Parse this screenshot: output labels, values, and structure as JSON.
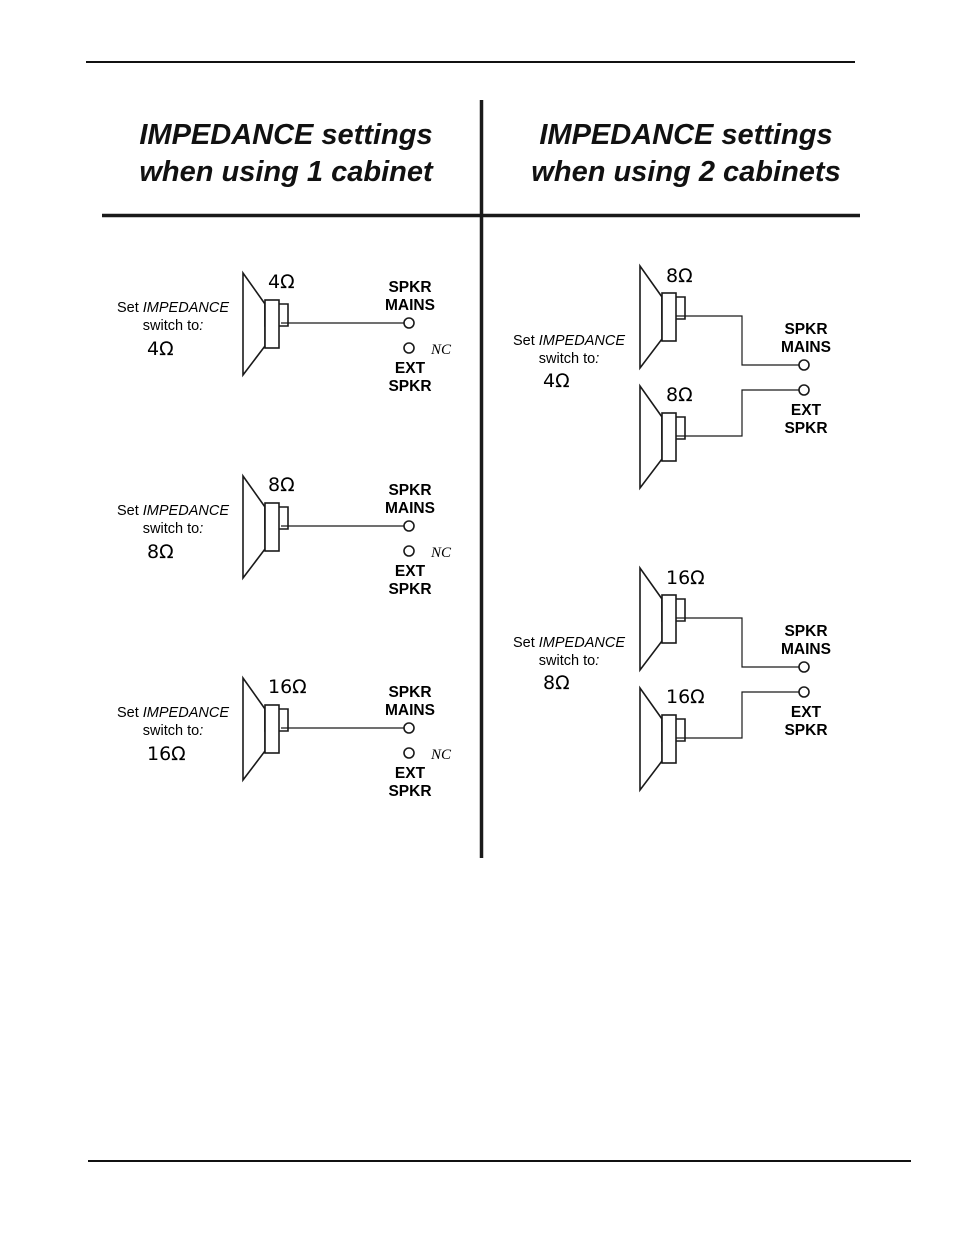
{
  "headers": {
    "one_cabinet": {
      "line1": "IMPEDANCE settings",
      "line2": "when using 1 cabinet"
    },
    "two_cabinets": {
      "line1": "IMPEDANCE settings",
      "line2": "when using 2 cabinets"
    }
  },
  "one_cabinet": [
    {
      "cabinet": "4Ω",
      "set_pre": "Set ",
      "set_word": "IMPEDANCE",
      "switch_pre": "switch to",
      "switch_colon": ":",
      "setting": "4Ω",
      "mains_1": "SPKR",
      "mains_2": "MAINS",
      "ext_1": "EXT",
      "ext_2": "SPKR",
      "nc": "NC"
    },
    {
      "cabinet": "8Ω",
      "set_pre": "Set ",
      "set_word": "IMPEDANCE",
      "switch_pre": "switch to",
      "switch_colon": ":",
      "setting": "8Ω",
      "mains_1": "SPKR",
      "mains_2": "MAINS",
      "ext_1": "EXT",
      "ext_2": "SPKR",
      "nc": "NC"
    },
    {
      "cabinet": "16Ω",
      "set_pre": "Set ",
      "set_word": "IMPEDANCE",
      "switch_pre": "switch to",
      "switch_colon": ":",
      "setting": "16Ω",
      "mains_1": "SPKR",
      "mains_2": "MAINS",
      "ext_1": "EXT",
      "ext_2": "SPKR",
      "nc": "NC"
    }
  ],
  "two_cabinets": [
    {
      "cabinet_a": "8Ω",
      "cabinet_b": "8Ω",
      "set_pre": "Set ",
      "set_word": "IMPEDANCE",
      "switch_pre": "switch to",
      "switch_colon": ":",
      "setting": "4Ω",
      "mains_1": "SPKR",
      "mains_2": "MAINS",
      "ext_1": "EXT",
      "ext_2": "SPKR"
    },
    {
      "cabinet_a": "16Ω",
      "cabinet_b": "16Ω",
      "set_pre": "Set ",
      "set_word": "IMPEDANCE",
      "switch_pre": "switch to",
      "switch_colon": ":",
      "setting": "8Ω",
      "mains_1": "SPKR",
      "mains_2": "MAINS",
      "ext_1": "EXT",
      "ext_2": "SPKR"
    }
  ]
}
